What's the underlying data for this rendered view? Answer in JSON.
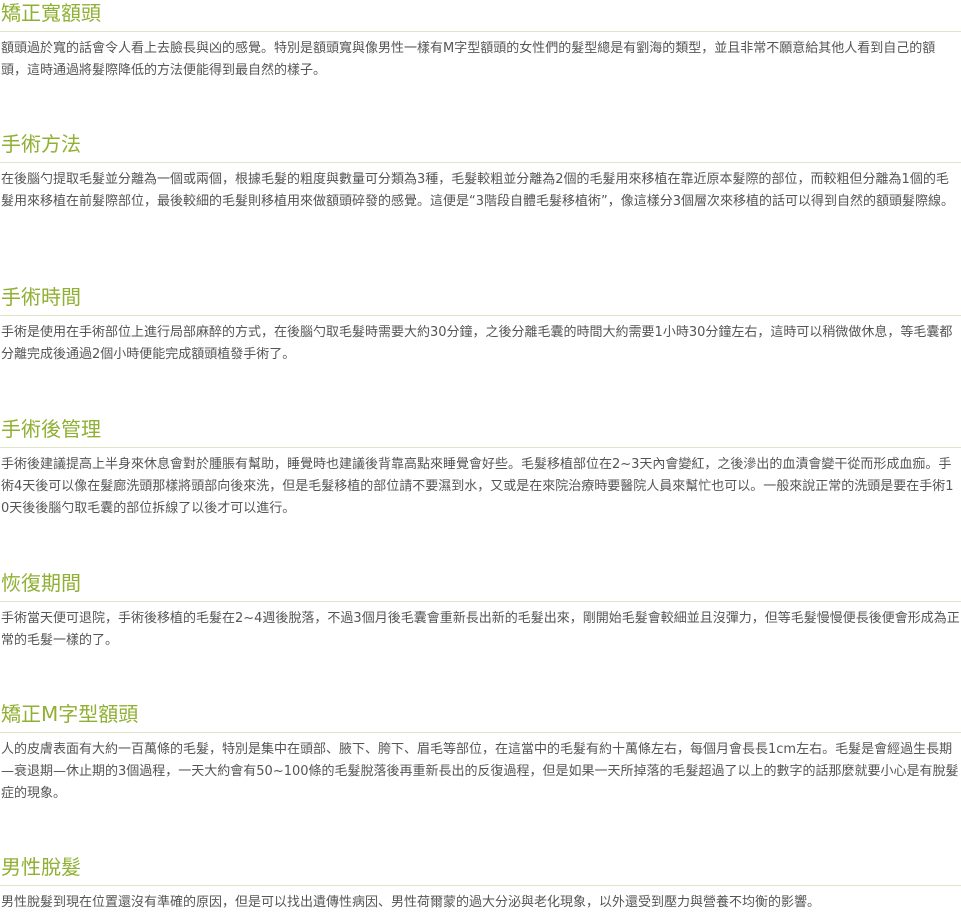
{
  "sections": [
    {
      "title": "矯正寬額頭",
      "body": "額頭過於寬的話會令人看上去臉長與凶的感覺。特別是額頭寬與像男性一樣有M字型額頭的女性們的髮型總是有劉海的類型，並且非常不願意給其他人看到自己的額頭，這時通過將髮際降低的方法便能得到最自然的樣子。"
    },
    {
      "title": "手術方法",
      "body": "在後腦勺提取毛髮並分離為一個或兩個，根據毛髮的粗度與數量可分類為3種，毛髮較粗並分離為2個的毛髮用來移植在靠近原本髮際的部位，而較粗但分離為1個的毛髮用來移植在前髮際部位，最後較細的毛髮則移植用來做額頭碎發的感覺。這便是“3階段自體毛髮移植術”，像這樣分3個層次來移植的話可以得到自然的額頭髮際線。"
    },
    {
      "title": "手術時間",
      "body": "手術是使用在手術部位上進行局部麻醉的方式，在後腦勺取毛髮時需要大約30分鐘，之後分離毛囊的時間大約需要1小時30分鐘左右，這時可以稍微做休息，等毛囊都分離完成後通過2個小時便能完成額頭植發手術了。"
    },
    {
      "title": "手術後管理",
      "body": "手術後建議提高上半身來休息會對於腫脹有幫助，睡覺時也建議後背靠高點來睡覺會好些。毛髮移植部位在2~3天內會變紅，之後滲出的血漬會變干從而形成血痂。手術4天後可以像在髮廊洗頭那樣將頭部向後來洗，但是毛髮移植的部位請不要濕到水，又或是在來院治療時要醫院人員來幫忙也可以。一般來說正常的洗頭是要在手術10天後後腦勺取毛囊的部位拆線了以後才可以進行。"
    },
    {
      "title": "恢復期間",
      "body": "手術當天便可退院，手術後移植的毛髮在2~4週後脫落，不過3個月後毛囊會重新長出新的毛髮出來，剛開始毛髮會較細並且沒彈力，但等毛髮慢慢便長後便會形成為正常的毛髮一樣的了。"
    },
    {
      "title": "矯正M字型額頭",
      "body": "人的皮膚表面有大約一百萬條的毛髮，特別是集中在頭部、腋下、胯下、眉毛等部位，在這當中的毛髮有約十萬條左右，每個月會長長1cm左右。毛髮是會經過生長期—衰退期—休止期的3個過程，一天大約會有50~100條的毛髮脫落後再重新長出的反復過程，但是如果一天所掉落的毛髮超過了以上的數字的話那麼就要小心是有脫髮症的現象。"
    },
    {
      "title": "男性脫髮",
      "body": "男性脫髮到現在位置還沒有準確的原因，但是可以找出遺傳性病因、男性荷爾蒙的過大分泌與老化現象，以外還受到壓力與營養不均衡的影響。"
    }
  ],
  "colors": {
    "heading": "#8fb032",
    "divider": "#dfe6c8",
    "body_text": "#555555",
    "background": "#ffffff"
  }
}
